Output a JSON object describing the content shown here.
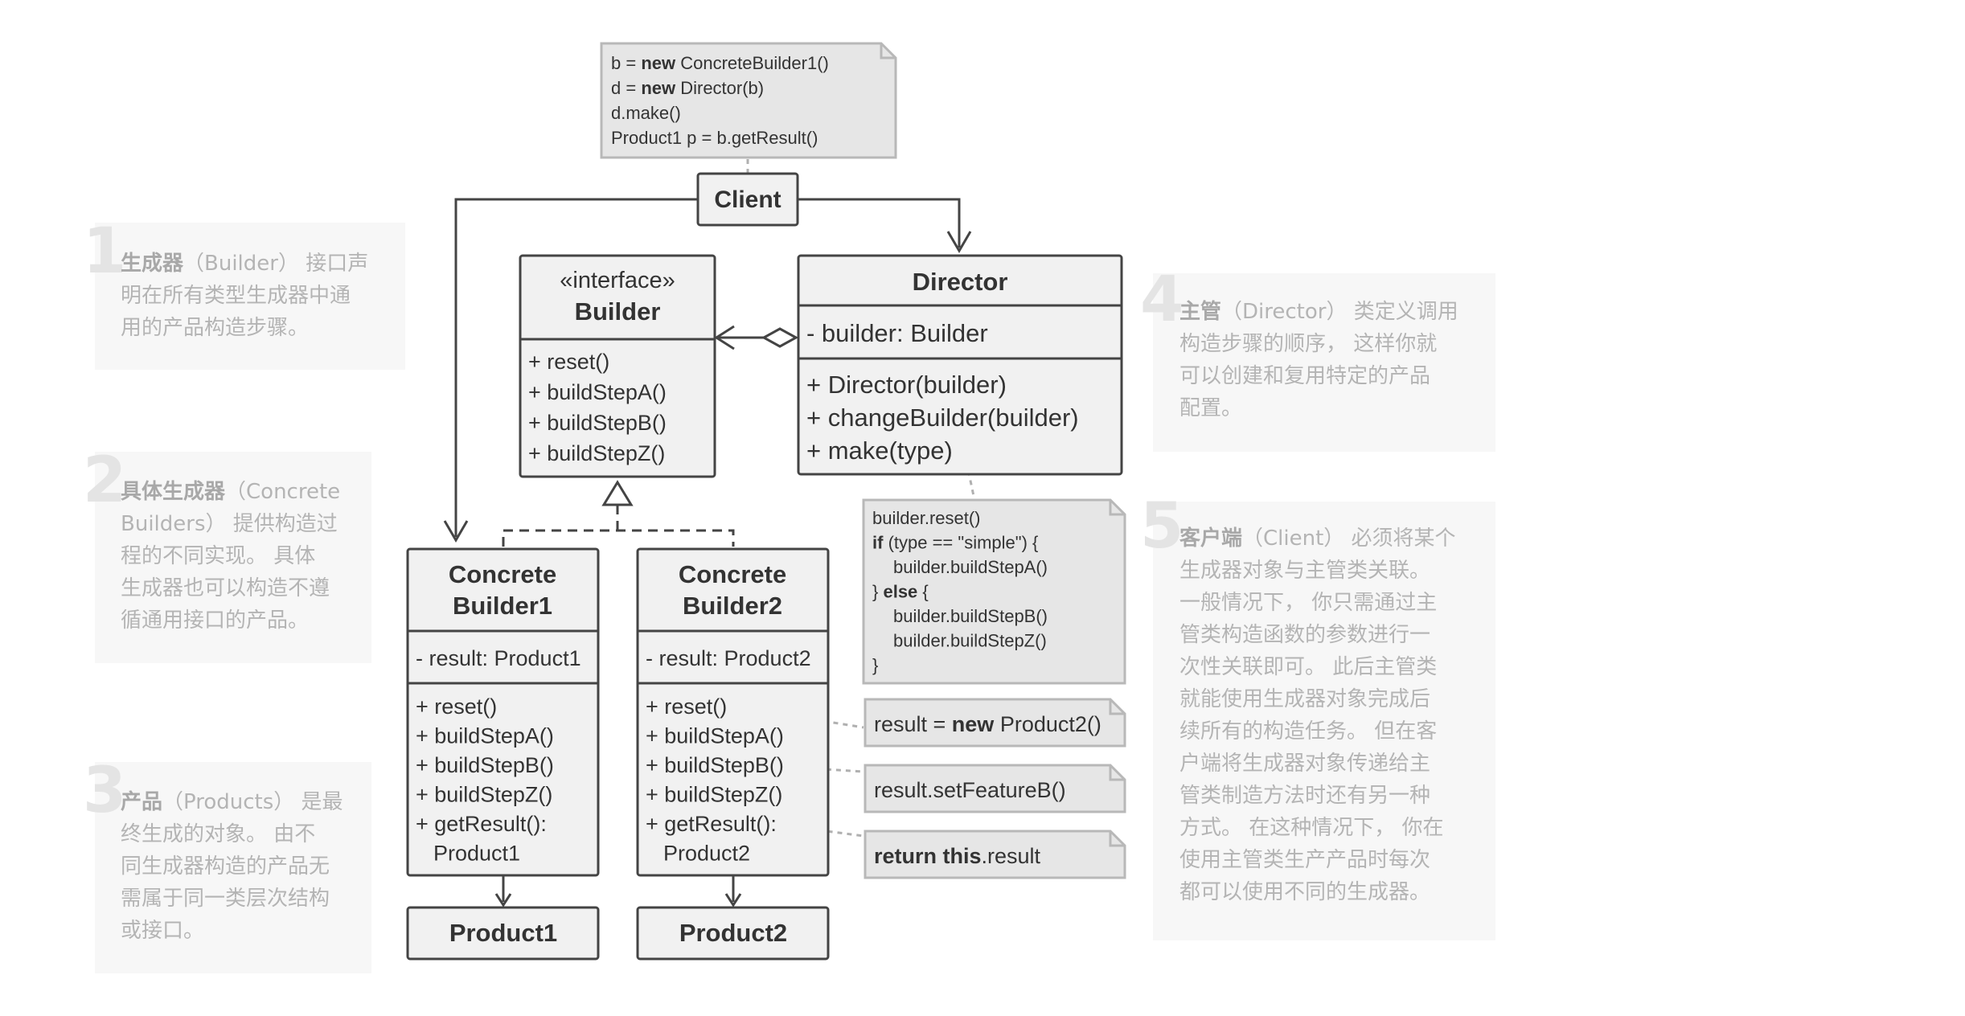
{
  "diagram": {
    "client_label": "Client",
    "client_note": [
      {
        "kw": "",
        "pre": "b = ",
        "bold": "new",
        "post": " ConcreteBuilder1()"
      },
      {
        "pre": "d = ",
        "bold": "new",
        "post": " Director(b)"
      },
      {
        "pre": "d.make()",
        "bold": "",
        "post": ""
      },
      {
        "pre": "Product1 p = b.getResult()",
        "bold": "",
        "post": ""
      }
    ],
    "builder": {
      "stereotype": "«interface»",
      "name": "Builder",
      "methods": [
        "+ reset()",
        "+ buildStepA()",
        "+ buildStepB()",
        "+ buildStepZ()"
      ]
    },
    "director": {
      "name": "Director",
      "fields": [
        "- builder: Builder"
      ],
      "methods": [
        "+ Director(builder)",
        "+ changeBuilder(builder)",
        "+ make(type)"
      ]
    },
    "director_note": [
      {
        "pre": "builder.reset()",
        "bold": "",
        "post": "",
        "indent": 0
      },
      {
        "pre": "",
        "bold": "if",
        "post": " (type == \"simple\") {",
        "indent": 0
      },
      {
        "pre": "builder.buildStepA()",
        "bold": "",
        "post": "",
        "indent": 1
      },
      {
        "pre": "} ",
        "bold": "else",
        "post": " {",
        "indent": 0
      },
      {
        "pre": "builder.buildStepB()",
        "bold": "",
        "post": "",
        "indent": 1
      },
      {
        "pre": "builder.buildStepZ()",
        "bold": "",
        "post": "",
        "indent": 1
      },
      {
        "pre": "}",
        "bold": "",
        "post": "",
        "indent": 0
      }
    ],
    "concrete1": {
      "name_lines": [
        "Concrete",
        "Builder1"
      ],
      "fields": [
        "- result: Product1"
      ],
      "methods": [
        "+ reset()",
        "+ buildStepA()",
        "+ buildStepB()",
        "+ buildStepZ()",
        "+ getResult():",
        "Product1"
      ]
    },
    "concrete2": {
      "name_lines": [
        "Concrete",
        "Builder2"
      ],
      "fields": [
        "- result: Product2"
      ],
      "methods": [
        "+ reset()",
        "+ buildStepA()",
        "+ buildStepB()",
        "+ buildStepZ()",
        "+ getResult():",
        "Product2"
      ]
    },
    "product1": "Product1",
    "product2": "Product2",
    "notes": [
      {
        "pre": "result = ",
        "bold": "new",
        "post": " Product2()"
      },
      {
        "pre": "result.setFeatureB()",
        "bold": "",
        "post": ""
      },
      {
        "pre": "",
        "bold": "return this",
        "post": ".result"
      }
    ]
  },
  "sidebar": [
    {
      "num": "1",
      "title": "生成器",
      "lines": [
        "（Builder） 接口声",
        "明在所有类型生成器中通",
        "用的产品构造步骤。"
      ]
    },
    {
      "num": "2",
      "title": "具体生成器",
      "lines": [
        "（Concrete",
        "Builders） 提供构造过",
        "程的不同实现。 具体",
        "生成器也可以构造不遵",
        "循通用接口的产品。"
      ]
    },
    {
      "num": "3",
      "title": "产品",
      "lines": [
        "（Products） 是最",
        "终生成的对象。 由不",
        "同生成器构造的产品无",
        "需属于同一类层次结构",
        "或接口。"
      ]
    },
    {
      "num": "4",
      "title": "主管",
      "lines": [
        "（Director） 类定义调用",
        "构造步骤的顺序， 这样你就",
        "可以创建和复用特定的产品",
        "配置。"
      ]
    },
    {
      "num": "5",
      "title": "客户端",
      "lines": [
        "（Client） 必须将某个",
        "生成器对象与主管类关联。",
        "一般情况下， 你只需通过主",
        "管类构造函数的参数进行一",
        "次性关联即可。 此后主管类",
        "就能使用生成器对象完成后",
        "续所有的构造任务。 但在客",
        "户端将生成器对象传递给主",
        "管类制造方法时还有另一种",
        "方式。 在这种情况下， 你在",
        "使用主管类生产产品时每次",
        "都可以使用不同的生成器。"
      ]
    }
  ],
  "colors": {
    "box_fill": "#f1f1f1",
    "note_fill": "#e6e6e6",
    "stroke": "#444444",
    "side_fill": "#f7f7f7",
    "side_text": "#b4b4b4"
  }
}
